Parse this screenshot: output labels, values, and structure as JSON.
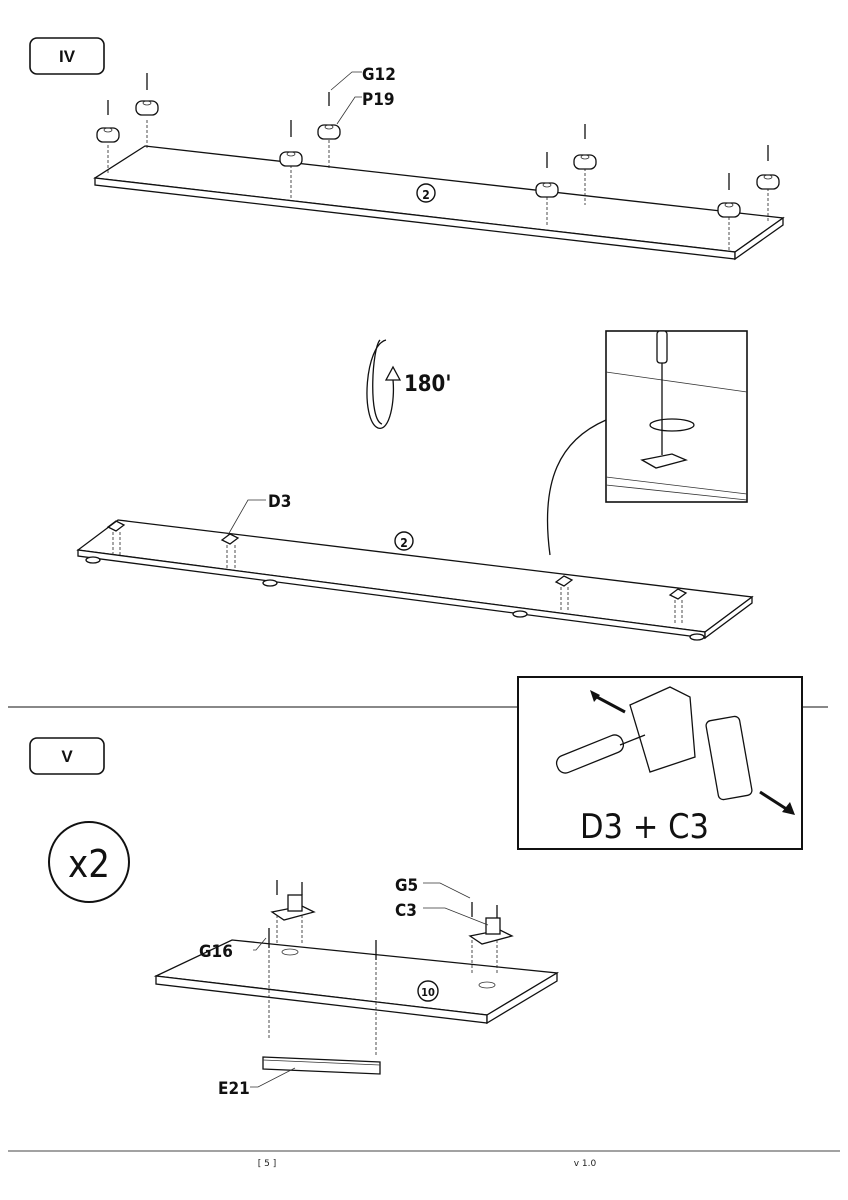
{
  "steps": {
    "iv": {
      "label": "IV",
      "part_labels": {
        "screw": "G12",
        "foot": "P19",
        "connector": "D3"
      },
      "panel_number": "2",
      "rotation": "180'"
    },
    "v": {
      "label": "V",
      "multiplier": "x2",
      "part_labels": {
        "screw_small": "G5",
        "hinge": "C3",
        "screw_long": "G16",
        "handle": "E21"
      },
      "panel_number": "10",
      "detail_caption": "D3 + C3"
    }
  },
  "footer": {
    "page": "[ 5 ]",
    "version": "v 1.0"
  }
}
